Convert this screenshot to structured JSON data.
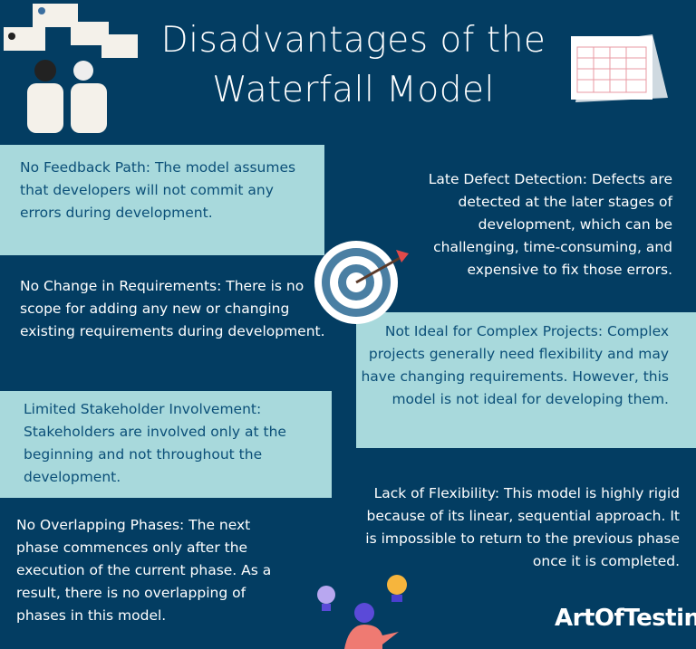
{
  "title": {
    "line1": "Disadvantages of the",
    "line2": "Waterfall Model"
  },
  "items": [
    {
      "text": "No Feedback Path: The model assumes that developers will not commit any errors during development."
    },
    {
      "text": "No Change in Requirements: There is no scope for adding any new or changing existing requirements during development."
    },
    {
      "text": "Limited Stakeholder Involvement: Stakeholders are involved only at the beginning and not throughout the development."
    },
    {
      "text": "No Overlapping Phases: The next phase commences only after the execution of the current phase. As a result, there is no overlapping of phases in this model."
    },
    {
      "text": "Late Defect Detection: Defects are detected at the later stages of development, which can be challenging, time-consuming, and expensive to fix those errors."
    },
    {
      "text": "Not Ideal for Complex Projects: Complex projects generally need flexibility and may have changing requirements. However, this model is not ideal for developing them."
    },
    {
      "text": "Lack of Flexibility: This model is highly rigid because of its linear, sequential approach. It is impossible to return to the previous phase once it is completed."
    }
  ],
  "logo": "ArtOfTesting",
  "colors": {
    "background": "#033d62",
    "box": "#a8d9dc",
    "box_text": "#0b4f78"
  },
  "icons": [
    "people-reviews-illustration",
    "calendar-icon",
    "target-icon",
    "lightbulb-person-illustration"
  ]
}
